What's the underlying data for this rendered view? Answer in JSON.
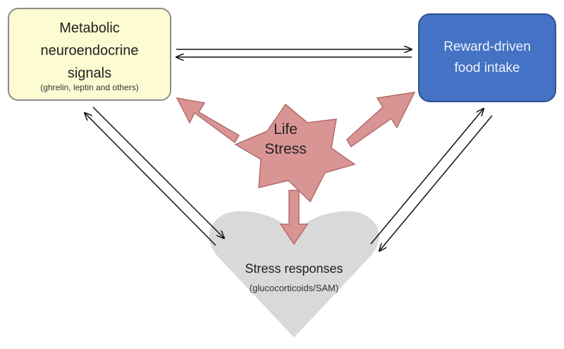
{
  "nodes": {
    "metabolic": {
      "title_line1": "Metabolic",
      "title_line2": "neuroendocrine",
      "title_line3": "signals",
      "subtitle": "(ghrelin, leptin and others)",
      "fill": "#fdfbd2",
      "stroke": "#8c8c8c"
    },
    "reward": {
      "title_line1": "Reward-driven",
      "title_line2": "food intake",
      "fill": "#4472c4",
      "stroke": "#2f528f"
    },
    "life_stress": {
      "title_line1": "Life",
      "title_line2": "Stress",
      "fill": "#d99594",
      "stroke": "#b26b6a"
    },
    "stress_responses": {
      "title": "Stress responses",
      "subtitle": "(glucocorticoids/SAM)",
      "fill": "#d9d9d9"
    }
  },
  "edges": [
    {
      "from": "metabolic",
      "to": "reward",
      "style": "double-line-bidirectional"
    },
    {
      "from": "metabolic",
      "to": "stress_responses",
      "style": "double-line-bidirectional"
    },
    {
      "from": "reward",
      "to": "stress_responses",
      "style": "double-line-bidirectional"
    },
    {
      "from": "life_stress",
      "to": "metabolic",
      "style": "block-arrow"
    },
    {
      "from": "life_stress",
      "to": "reward",
      "style": "block-arrow"
    },
    {
      "from": "life_stress",
      "to": "stress_responses",
      "style": "block-arrow"
    }
  ],
  "colors": {
    "line": "#111111",
    "block_arrow_fill": "#d99594",
    "block_arrow_stroke": "#b26b6a"
  }
}
